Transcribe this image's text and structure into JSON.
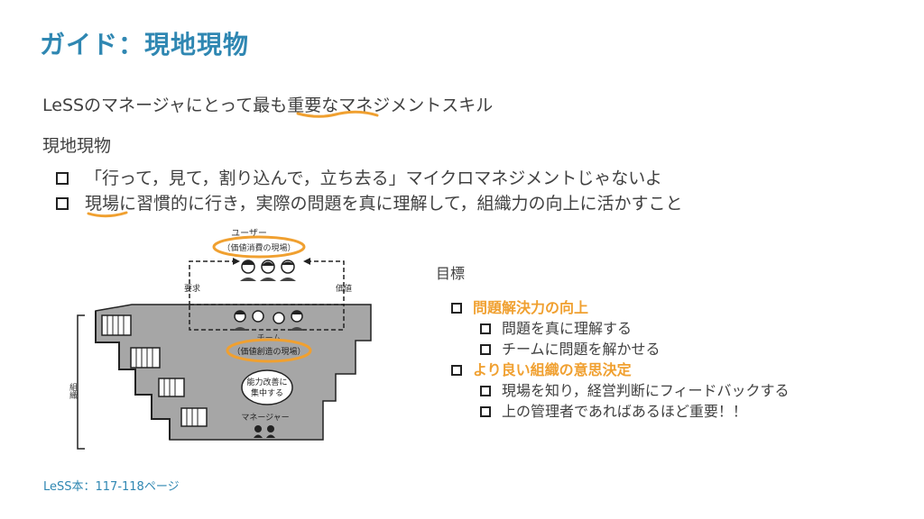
{
  "title": "ガイド：現地現物",
  "intro": {
    "prefix": "LeSSのマネージャにとって",
    "emphasis1": "最も重要",
    "suffix": "なマネジメントスキル"
  },
  "subtitle": "現地現物",
  "bullets": [
    "「行って，見て，割り込んで，立ち去る」マイクロマネジメントじゃないよ",
    {
      "emphasis": "現場",
      "rest": "に習慣的に行き，実際の問題を真に理解して，組織力の向上に活かすこと"
    }
  ],
  "goals": {
    "label": "目標",
    "items": [
      {
        "head": "問題解決力の向上",
        "subs": [
          "問題を真に理解する",
          "チームに問題を解かせる"
        ]
      },
      {
        "head": "より良い組織の意思決定",
        "subs": [
          "現場を知り，経営判断にフィードバックする",
          "上の管理者であればあるほど重要！！"
        ]
      }
    ]
  },
  "illustration": {
    "users": "ユーザー",
    "value_consumption": "（価値消費の現場）",
    "request": "要求",
    "value": "価値",
    "team": "チーム",
    "value_creation": "（価値創造の現場）",
    "bubble_line1": "能力改善に",
    "bubble_line2": "集中する",
    "manager": "マネージャー",
    "org_label": "組織"
  },
  "footer": "LeSS本：117-118ページ",
  "colors": {
    "title": "#2f87b2",
    "accent": "#f0a030",
    "highlight": "#f0a030"
  }
}
